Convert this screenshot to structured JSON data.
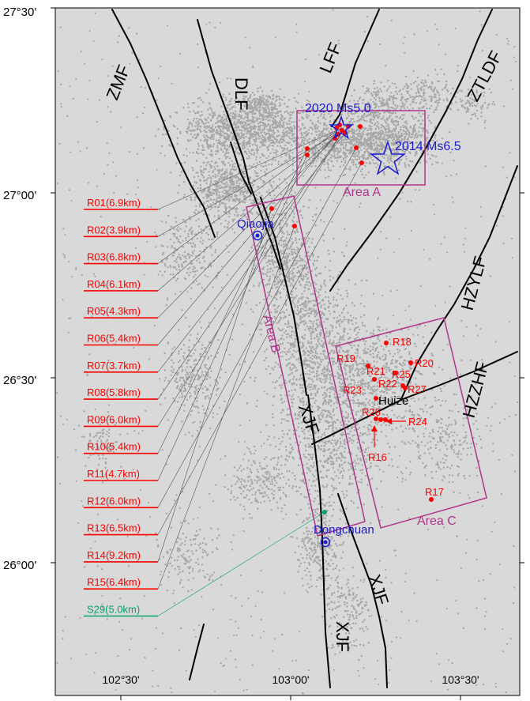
{
  "axes": {
    "x_ticks": [
      "102°30'",
      "103°00'",
      "103°30'"
    ],
    "y_ticks": [
      "27°30'",
      "27°00'",
      "26°30'",
      "26°00'"
    ]
  },
  "colors": {
    "background": "#d9d9d9",
    "seismicity": "#a6a6a6",
    "fault": "#000000",
    "station": "#ff0000",
    "area": "#b0358a",
    "earthquake": "#1c1cd6",
    "line": "#555555",
    "s29": "#00a36c"
  },
  "faults": [
    {
      "name": "ZMF"
    },
    {
      "name": "DLF"
    },
    {
      "name": "LFF"
    },
    {
      "name": "ZTLDF"
    },
    {
      "name": "HZYLF"
    },
    {
      "name": "HZZHF"
    },
    {
      "name": "XJF"
    },
    {
      "name": "XJF"
    },
    {
      "name": "XJF"
    }
  ],
  "areas": [
    {
      "label": "Area A"
    },
    {
      "label": "Area B"
    },
    {
      "label": "Area C"
    }
  ],
  "earthquakes": [
    {
      "label": "2020 Ms5.0"
    },
    {
      "label": "2014 Ms6.5"
    }
  ],
  "places": [
    {
      "name": "Qiaojia"
    },
    {
      "name": "Dongchuan"
    },
    {
      "name": "Huize"
    }
  ],
  "legend_stations": [
    {
      "label": "R01(6.9km)"
    },
    {
      "label": "R02(3.9km)"
    },
    {
      "label": "R03(6.8km)"
    },
    {
      "label": "R04(6.1km)"
    },
    {
      "label": "R05(4.3km)"
    },
    {
      "label": "R06(5.4km)"
    },
    {
      "label": "R07(3.7km)"
    },
    {
      "label": "R08(5.8km)"
    },
    {
      "label": "R09(6.0km)"
    },
    {
      "label": "R10(5.4km)"
    },
    {
      "label": "R11(4.7km)"
    },
    {
      "label": "R12(6.0km)"
    },
    {
      "label": "R13(6.5km)"
    },
    {
      "label": "R14(9.2km)"
    },
    {
      "label": "R15(6.4km)"
    },
    {
      "label": "S29(5.0km)"
    }
  ],
  "map_stations": [
    {
      "label": "R16"
    },
    {
      "label": "R17"
    },
    {
      "label": "R18"
    },
    {
      "label": "R19"
    },
    {
      "label": "R20"
    },
    {
      "label": "R21"
    },
    {
      "label": "R22"
    },
    {
      "label": "R23"
    },
    {
      "label": "R24"
    },
    {
      "label": "R25"
    },
    {
      "label": "R26"
    },
    {
      "label": "R27"
    }
  ]
}
